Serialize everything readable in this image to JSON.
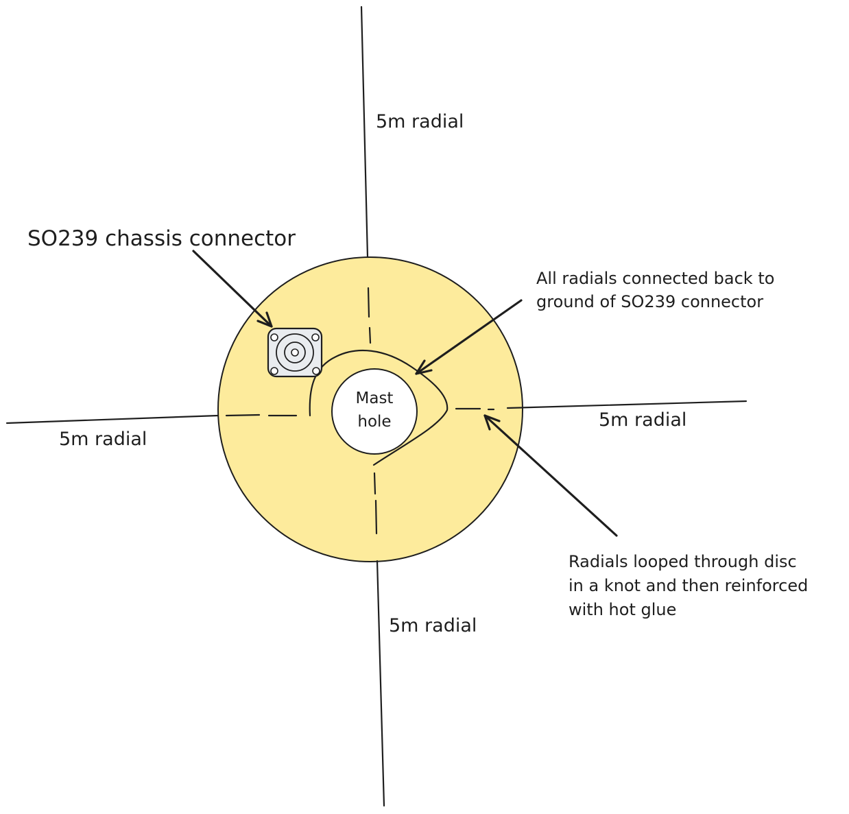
{
  "labels": {
    "radial_top": "5m radial",
    "radial_left": "5m radial",
    "radial_right": "5m radial",
    "radial_bottom": "5m radial",
    "connector": "SO239 chassis connector",
    "ground_note": [
      "All radials connected back to",
      "ground of SO239 connector"
    ],
    "mast_hole": [
      "Mast",
      "hole"
    ],
    "knot_note": [
      "Radials looped through disc",
      "in a knot and then reinforced",
      "with hot glue"
    ]
  },
  "colors": {
    "disc_fill": "#fdeb9c",
    "stroke": "#1e1e1e",
    "connector_fill": "#e9ecef",
    "background": "#ffffff"
  }
}
